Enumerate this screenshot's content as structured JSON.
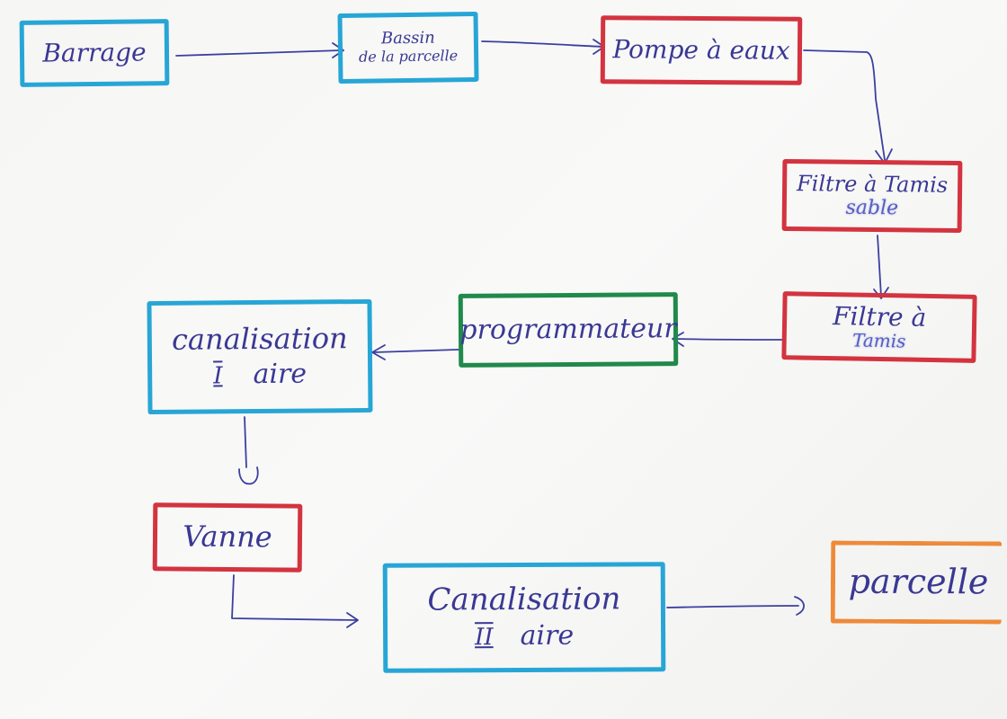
{
  "diagram": {
    "nodes": [
      {
        "id": "barrage",
        "lines": [
          "Barrage"
        ]
      },
      {
        "id": "bassin",
        "lines": [
          "Bassin",
          "de la parcelle"
        ]
      },
      {
        "id": "pompe",
        "lines": [
          "Pompe à eaux"
        ]
      },
      {
        "id": "filtre_sable",
        "lines": [
          "Filtre à Tamis",
          "sable"
        ]
      },
      {
        "id": "filtre_tamis",
        "lines": [
          "Filtre à",
          "Tamis"
        ]
      },
      {
        "id": "programmateur",
        "lines": [
          "programmateur"
        ]
      },
      {
        "id": "canal1",
        "lines": [
          "canalisation",
          "aire"
        ],
        "marker": "I"
      },
      {
        "id": "vanne",
        "lines": [
          "Vanne"
        ]
      },
      {
        "id": "canal2",
        "lines": [
          "Canalisation",
          "aire"
        ],
        "marker": "II"
      },
      {
        "id": "parcelle",
        "lines": [
          "parcelle"
        ]
      }
    ],
    "edges": [
      {
        "from": "barrage",
        "to": "bassin"
      },
      {
        "from": "bassin",
        "to": "pompe"
      },
      {
        "from": "pompe",
        "to": "filtre_sable"
      },
      {
        "from": "filtre_sable",
        "to": "filtre_tamis"
      },
      {
        "from": "filtre_tamis",
        "to": "programmateur"
      },
      {
        "from": "programmateur",
        "to": "canal1"
      },
      {
        "from": "canal1",
        "to": "vanne"
      },
      {
        "from": "vanne",
        "to": "canal2"
      },
      {
        "from": "canal2",
        "to": "parcelle"
      }
    ],
    "colors": {
      "ink": "#3a3894",
      "blue_box": "#27a6d6",
      "red_box": "#d3343f",
      "green_box": "#1f8a4a",
      "orange_box": "#ee8a3a"
    }
  }
}
